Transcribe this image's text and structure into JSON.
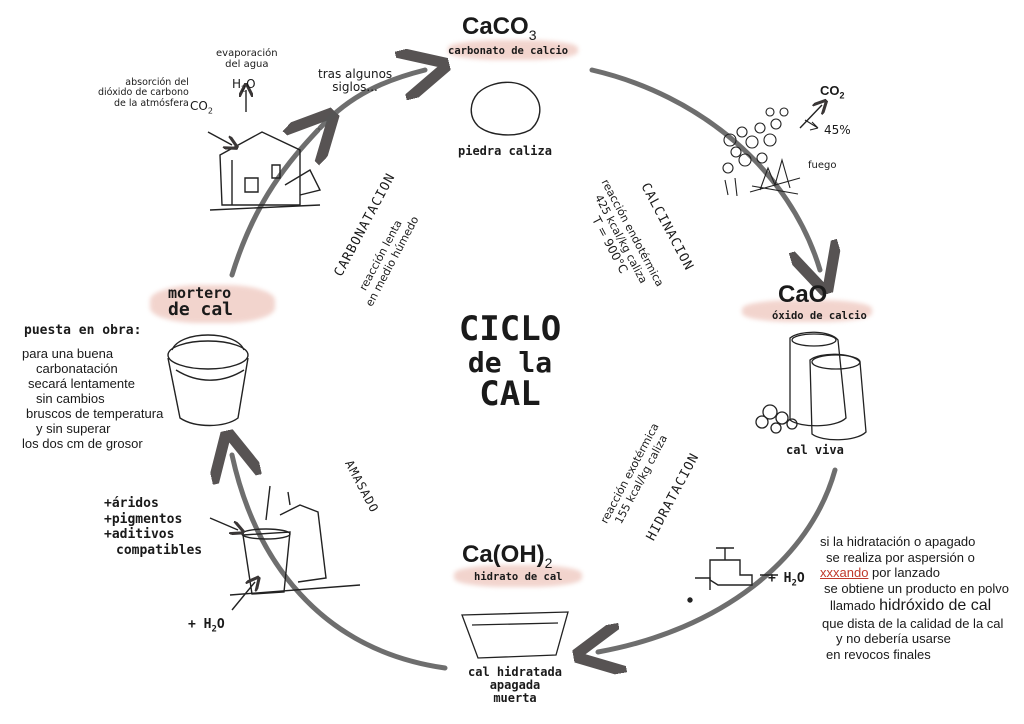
{
  "center": {
    "line1": "CICLO",
    "line2": "de la",
    "line3": "CAL"
  },
  "top": {
    "formula": "CaCO",
    "formula_sub": "3",
    "name": "carbonato de calcio",
    "caption": "piedra caliza",
    "arrow_note_line1": "tras algunos",
    "arrow_note_line2": "siglos..."
  },
  "right": {
    "formula": "CaO",
    "name": "óxido de calcio",
    "caption": "cal viva",
    "co2": "CO",
    "co2_sub": "2",
    "co2_percent": "45%",
    "fire": "fuego"
  },
  "bottom": {
    "formula": "Ca(OH)",
    "formula_sub": "2",
    "name": "hidrato de cal",
    "caption_line1": "cal hidratada",
    "caption_line2": "apagada",
    "caption_line3": "muerta"
  },
  "left": {
    "name_line1": "mortero",
    "name_line2": "de cal",
    "placement_title": "puesta en obra:",
    "placement_lines": [
      "para una buena",
      "carbonatación",
      "secará lentamente",
      "sin cambios",
      "bruscos de temperatura",
      "y sin superar",
      "los dos cm de grosor"
    ]
  },
  "house": {
    "absorption_line1": "absorción del",
    "absorption_line2": "dióxido de carbono",
    "absorption_line3": "de la atmósfera",
    "co2": "CO",
    "co2_sub": "2",
    "evaporation_line1": "evaporación",
    "evaporation_line2": "del agua",
    "h2o": "H",
    "h2o_sub": "2",
    "h2o_end": "O"
  },
  "processes": {
    "calcination": {
      "title": "CALCINACION",
      "line1": "reacción endotérmica",
      "line2": "425 kcal/kg caliza",
      "line3": "T = 900°C"
    },
    "hydration": {
      "title": "HIDRATACION",
      "line1": "reacción exotérmica",
      "line2": "155 kcal/kg caliza"
    },
    "carbonation": {
      "title": "CARBONATACION",
      "line1": "reacción lenta",
      "line2": "en medio húmedo"
    },
    "kneading": {
      "title": "AMASADO"
    }
  },
  "mix": {
    "items": [
      "+áridos",
      "+pigmentos",
      "+aditivos"
    ],
    "items_cont": "compatibles",
    "water": "+ H",
    "water_sub": "2",
    "water_end": "O"
  },
  "tap": {
    "water": "+ H",
    "water_sub": "2",
    "water_end": "O"
  },
  "side_note": {
    "line1": "si la hidratación o apagado",
    "line2": "se realiza por aspersión o",
    "line3_red": "xxxando",
    "line3_rest": " por lanzado",
    "line4": "se obtiene un producto en polvo",
    "line5": "llamado",
    "line5_big": "hidróxido de cal",
    "line6": "que dista de la calidad de la cal",
    "line7": "y no debería usarse",
    "line8": "en revocos finales"
  },
  "colors": {
    "ink": "#1a1a1a",
    "arrow": "#4a4444",
    "brush": "#e8b2a6",
    "red": "#c0392b"
  }
}
